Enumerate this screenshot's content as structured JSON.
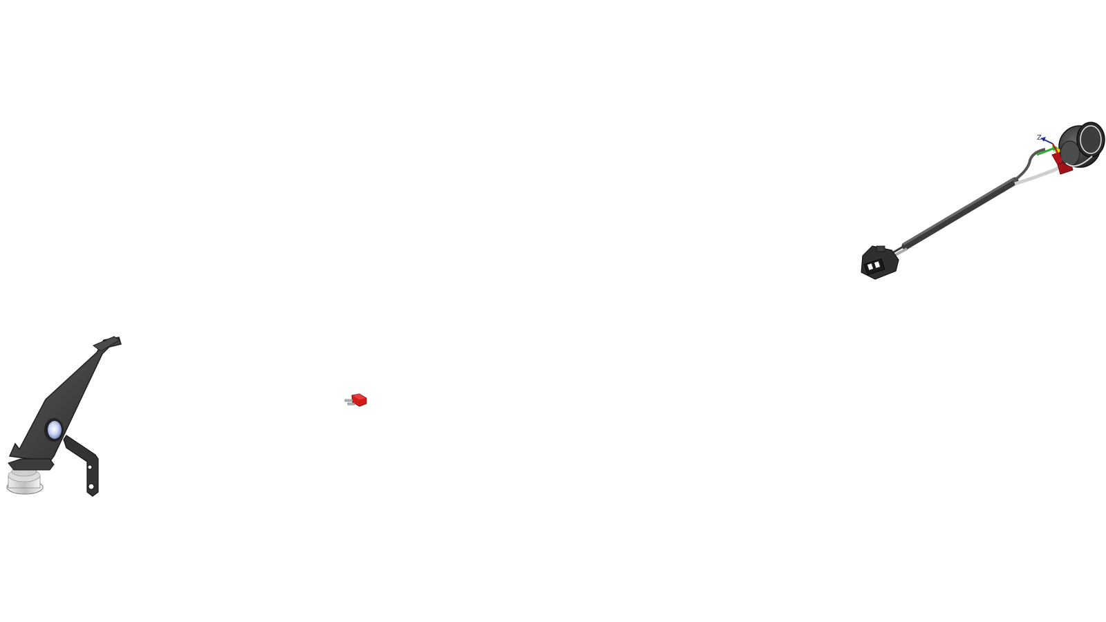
{
  "viewport": {
    "background": "#ffffff",
    "parts": [
      {
        "id": "bracket-with-switch",
        "icon": "mounting-bracket-icon",
        "color": "#3a3a3a"
      },
      {
        "id": "red-fuse",
        "icon": "blade-fuse-icon",
        "color": "#d11c1c"
      },
      {
        "id": "gauge-wire-harness",
        "icon": "gauge-harness-icon",
        "color": "#4a4a4a"
      }
    ],
    "triad": {
      "z_label": "Z",
      "colors": {
        "x": "#c0121b",
        "y": "#2fae2f",
        "z": "#1d2f8f"
      }
    }
  }
}
